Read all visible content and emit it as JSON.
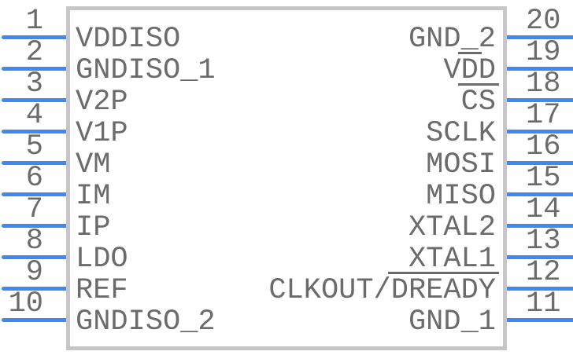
{
  "colors": {
    "pin_line": "#4286f4",
    "body_border": "#c6c6c6",
    "text": "#6b6b6b"
  },
  "pins": {
    "left": [
      {
        "number": "1",
        "name_pre": "VDDISO",
        "name_over": "",
        "name_post": ""
      },
      {
        "number": "2",
        "name_pre": "GNDISO_1",
        "name_over": "",
        "name_post": ""
      },
      {
        "number": "3",
        "name_pre": "V2P",
        "name_over": "",
        "name_post": ""
      },
      {
        "number": "4",
        "name_pre": "V1P",
        "name_over": "",
        "name_post": ""
      },
      {
        "number": "5",
        "name_pre": "VM",
        "name_over": "",
        "name_post": ""
      },
      {
        "number": "6",
        "name_pre": "IM",
        "name_over": "",
        "name_post": ""
      },
      {
        "number": "7",
        "name_pre": "IP",
        "name_over": "",
        "name_post": ""
      },
      {
        "number": "8",
        "name_pre": "LDO",
        "name_over": "",
        "name_post": ""
      },
      {
        "number": "9",
        "name_pre": "REF",
        "name_over": "",
        "name_post": ""
      },
      {
        "number": "10",
        "name_pre": "GNDISO_2",
        "name_over": "",
        "name_post": ""
      }
    ],
    "right": [
      {
        "number": "20",
        "name_pre": "GND_2",
        "name_over": "",
        "name_post": ""
      },
      {
        "number": "19",
        "name_pre": "V",
        "name_over": "D",
        "name_post": "D"
      },
      {
        "number": "18",
        "name_pre": "",
        "name_over": "CS",
        "name_post": ""
      },
      {
        "number": "17",
        "name_pre": "SCLK",
        "name_over": "",
        "name_post": ""
      },
      {
        "number": "16",
        "name_pre": "MOSI",
        "name_over": "",
        "name_post": ""
      },
      {
        "number": "15",
        "name_pre": "MISO",
        "name_over": "",
        "name_post": ""
      },
      {
        "number": "14",
        "name_pre": "XTAL2",
        "name_over": "",
        "name_post": ""
      },
      {
        "number": "13",
        "name_pre": "XTAL1",
        "name_over": "",
        "name_post": ""
      },
      {
        "number": "12",
        "name_pre": "CLKOUT/",
        "name_over": "DREADY",
        "name_post": ""
      },
      {
        "number": "11",
        "name_pre": "GND_1",
        "name_over": "",
        "name_post": ""
      }
    ]
  }
}
